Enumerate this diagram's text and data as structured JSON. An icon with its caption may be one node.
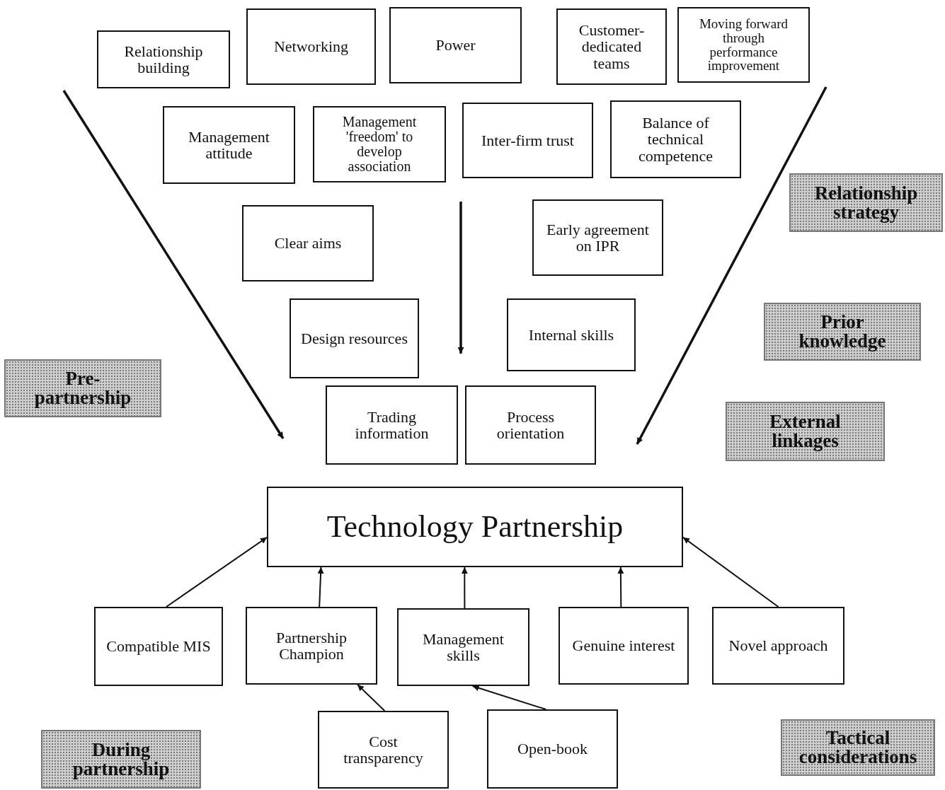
{
  "diagram": {
    "nodes": [
      {
        "text": [
          "Relationship building"
        ]
      },
      {
        "text": [
          "Networking"
        ]
      },
      {
        "text": [
          "Power"
        ]
      },
      {
        "text": [
          "Customer-dedicated teams"
        ]
      },
      {
        "text": [
          "Moving forward through performance improvement"
        ]
      },
      {
        "text": [
          "Management attitude"
        ]
      },
      {
        "text": [
          "Management 'freedom' to develop association"
        ]
      },
      {
        "text": [
          "Inter-firm trust"
        ]
      },
      {
        "text": [
          "Balance of technical competence"
        ]
      },
      {
        "text": [
          "Relationship strategy"
        ]
      },
      {
        "text": [
          "Clear aims"
        ]
      },
      {
        "text": [
          "Early agreement on IPR"
        ]
      },
      {
        "text": [
          "Prior knowledge"
        ]
      },
      {
        "text": [
          "Design resources"
        ]
      },
      {
        "text": [
          "Internal skills"
        ]
      },
      {
        "text": [
          "Pre-partnership"
        ]
      },
      {
        "text": [
          "External linkages"
        ]
      },
      {
        "text": [
          "Trading information"
        ]
      },
      {
        "text": [
          "Process orientation"
        ]
      },
      {
        "text": [
          "Technology Partnership"
        ]
      },
      {
        "text": [
          "Compatible MIS"
        ]
      },
      {
        "text": [
          "Partnership Champion"
        ]
      },
      {
        "text": [
          "Management skills"
        ]
      },
      {
        "text": [
          "Genuine interest"
        ]
      },
      {
        "text": [
          "Novel approach"
        ]
      },
      {
        "text": [
          "During partnership"
        ]
      },
      {
        "text": [
          "Cost transparency"
        ]
      },
      {
        "text": [
          "Open-book"
        ]
      },
      {
        "text": [
          "Tactical considerations"
        ]
      }
    ],
    "edges": [
      {
        "from": 20,
        "to": 19,
        "arrow": "to"
      },
      {
        "from": 21,
        "to": 19,
        "arrow": "to"
      },
      {
        "from": 22,
        "to": 19,
        "arrow": "to"
      },
      {
        "from": 23,
        "to": 19,
        "arrow": "to"
      },
      {
        "from": 24,
        "to": 19,
        "arrow": "to"
      },
      {
        "from": 26,
        "to": 21,
        "arrow": "to"
      },
      {
        "from": 27,
        "to": 22,
        "arrow": "to"
      }
    ]
  }
}
